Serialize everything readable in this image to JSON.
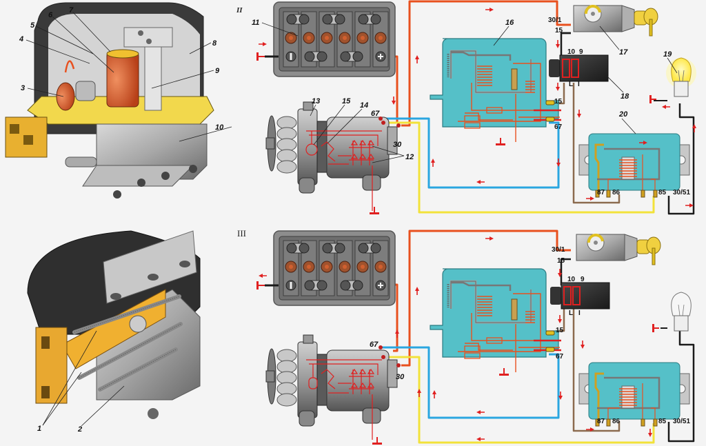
{
  "figure": {
    "sections": [
      {
        "id": "II",
        "label": "II",
        "state": "lamp on (generator not charging)"
      },
      {
        "id": "III",
        "label": "III",
        "state": "lamp off (generator charging)"
      }
    ],
    "regulator_callouts": [
      "3",
      "4",
      "5",
      "6",
      "7",
      "8",
      "9",
      "10"
    ],
    "regulator_back_callouts": [
      "1",
      "2"
    ],
    "component_callouts": {
      "battery": "11",
      "diodes": "12",
      "generator": "13",
      "stator": "14",
      "rotor": "15",
      "voltage_regulator": "16",
      "ignition_switch": "17",
      "fuse_box": "18",
      "warning_lamp": "19",
      "relay": "20"
    },
    "terminals": {
      "gen_67": "67",
      "gen_30": "30",
      "reg_15": "15",
      "reg_67": "67",
      "sw_30_1": "30/1",
      "sw_15": "15",
      "fuse_10": "10",
      "fuse_9": "9",
      "fuse_L": "L",
      "fuse_I": "I",
      "relay_87": "87",
      "relay_86": "86",
      "relay_85": "85",
      "relay_30_51": "30/51"
    },
    "colors": {
      "wire_power": "#e8501e",
      "wire_field": "#2aa6e0",
      "wire_lamp": "#f2e23a",
      "wire_ignition": "#1a1a1a",
      "wire_fuse": "#8b6a4e",
      "regulator_body": "#55c0c8",
      "arrow": "#e02020",
      "ground": "#e02020"
    }
  }
}
